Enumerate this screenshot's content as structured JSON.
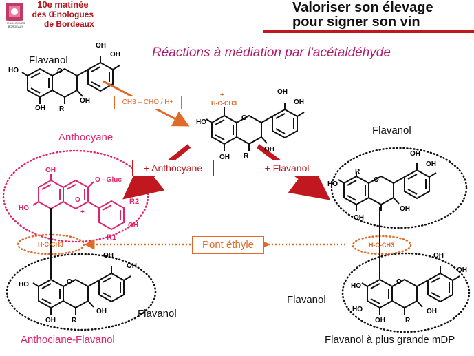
{
  "header": {
    "logo_line1": "10e matinée",
    "logo_line2": "des Œnologues",
    "logo_line3": "de Bordeaux",
    "logo_small": "ŒNOLOGUES BORDEAUX",
    "title_line1": "Valoriser son élevage",
    "title_line2": "pour signer son vin"
  },
  "subtitle": "Réactions à médiation par l'acétaldéhyde",
  "labels": {
    "flavanol_top": "Flavanol",
    "anthocyane": "Anthocyane",
    "flavanol_right": "Flavanol",
    "flavanol_bottom_left": "Flavanol",
    "flavanol_bottom_right": "Flavanol",
    "anthociane_flavanol": "Anthociane-Flavanol",
    "flavanol_mdp": "Flavanol à plus grande mDP"
  },
  "boxes": {
    "reagent": "CH3 – CHO / H+",
    "plus_anthocyane": "+ Anthocyane",
    "plus_flavanol": "+ Flavanol",
    "pont_ethyle": "Pont éthyle"
  },
  "chem": {
    "oh": "OH",
    "ho": "HO",
    "r": "R",
    "o": "O",
    "plus": "+",
    "carbocation": "H-C-CH3",
    "o_gluc": "O - Gluc",
    "r1": "R1",
    "r2": "R2"
  },
  "colors": {
    "red": "#c0181e",
    "magenta": "#e0246a",
    "orange": "#e06a28",
    "title_purple": "#b31a6b"
  }
}
